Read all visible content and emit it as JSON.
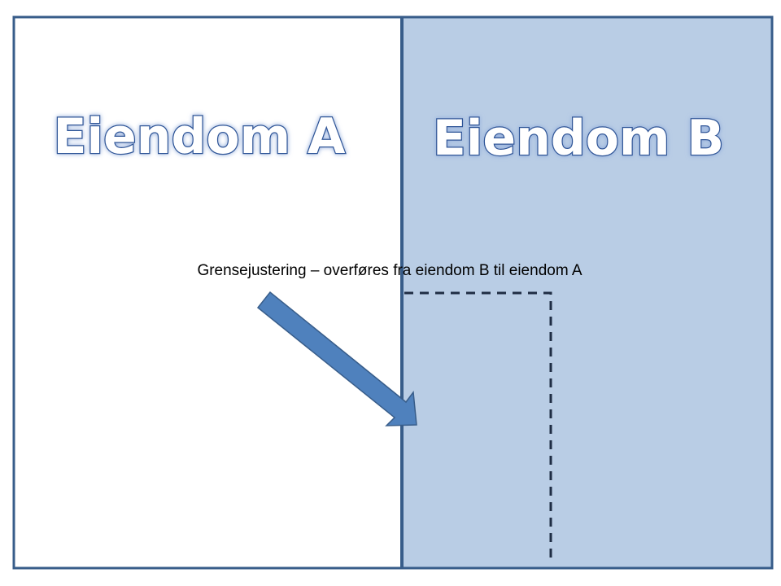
{
  "property_a": {
    "label": "Eiendom A"
  },
  "property_b": {
    "label": "Eiendom B"
  },
  "caption": "Grensejustering – overføres fra eiendom B til eiendom A",
  "colors": {
    "border": "#385d8a",
    "property_b_fill": "#b9cde5",
    "arrow": "#4f81bd",
    "dashed_line": "#1f2d44",
    "title_outline": "#2f5597"
  }
}
